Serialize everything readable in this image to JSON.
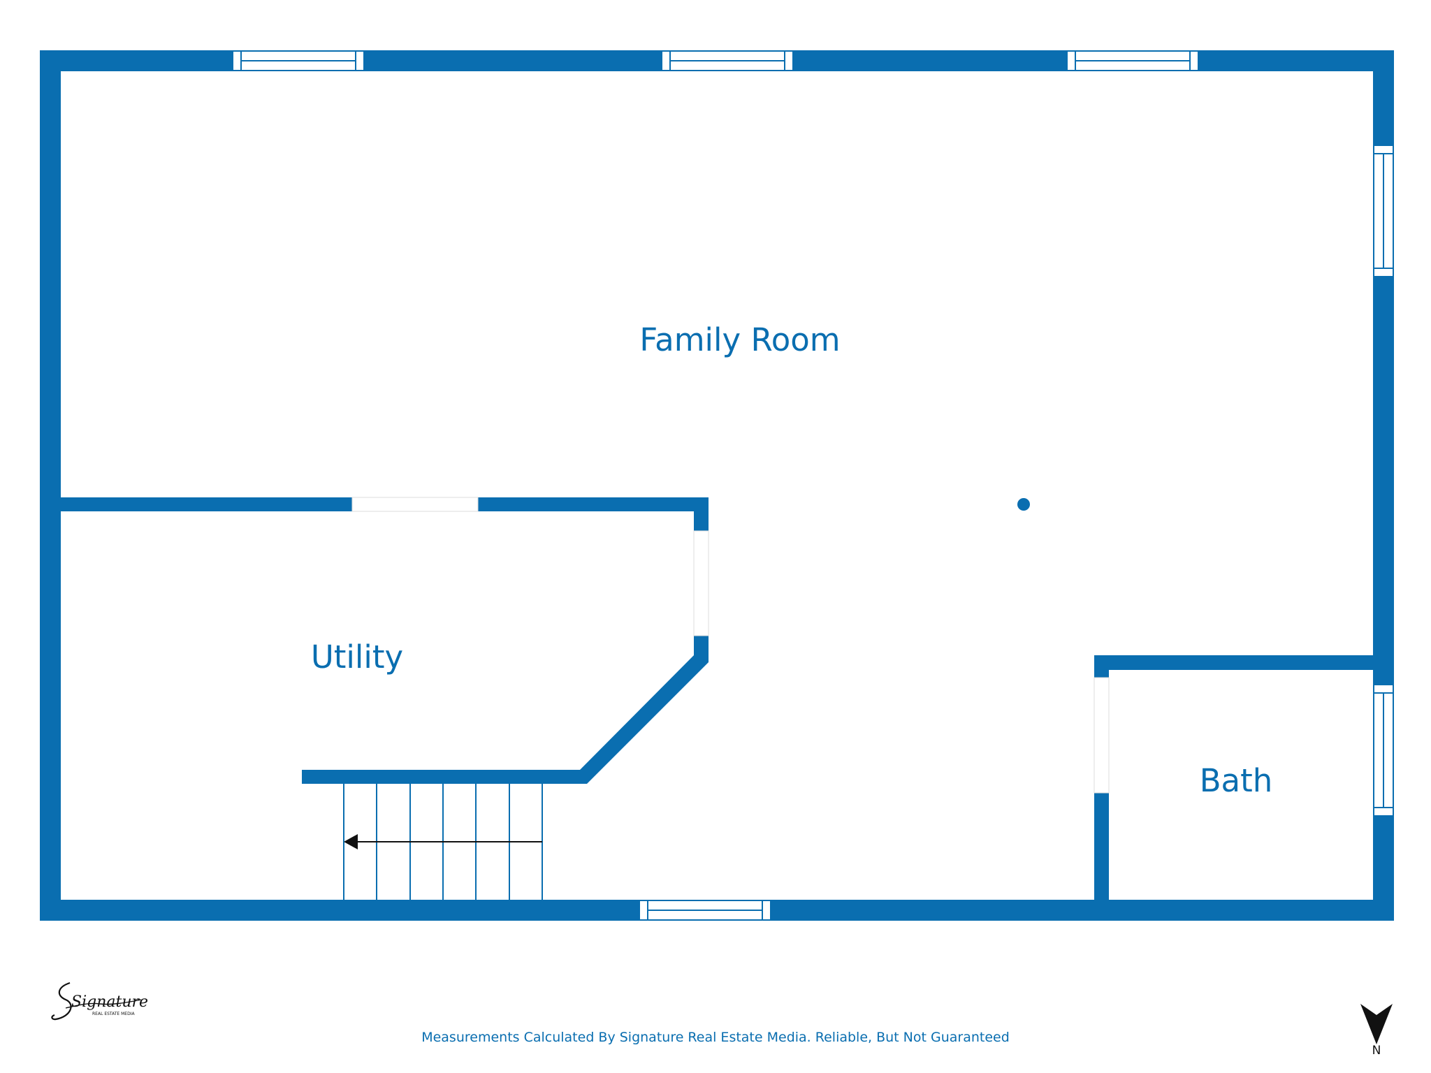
{
  "rooms": {
    "family_room": "Family Room",
    "utility": "Utility",
    "bath": "Bath"
  },
  "disclaimer": "Measurements Calculated By Signature Real Estate Media. Reliable, But Not Guaranteed",
  "logo": {
    "wordmark": "Signature",
    "subtext": "REAL ESTATE MEDIA"
  },
  "compass": {
    "label": "N"
  },
  "colors": {
    "wall": "#0a6eb0",
    "label": "#0a6eb0",
    "background": "#ffffff"
  }
}
